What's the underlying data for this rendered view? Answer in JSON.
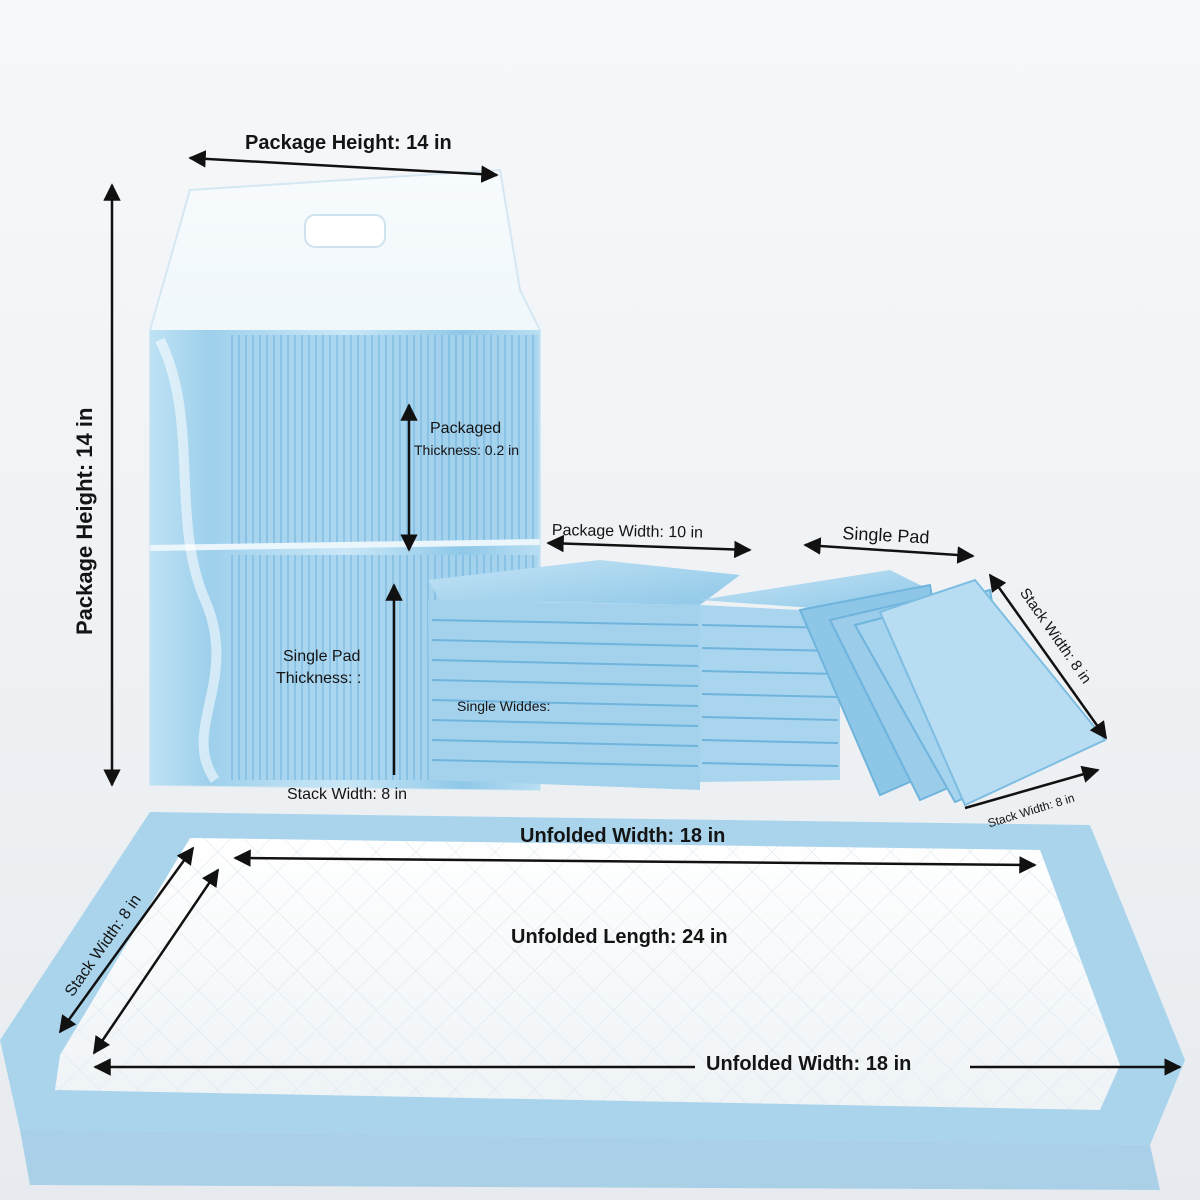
{
  "labels": {
    "package_height_top": "Package Height: 14 in",
    "package_height_side": "Package Height: 14 in",
    "packaged_thickness_line1": "Packaged",
    "packaged_thickness_line2": "Thickness: 0.2 in",
    "package_width": "Package Width: 10 in",
    "single_pad": "Single Pad",
    "stack_width_right": "Stack Width: 8 in",
    "single_pad_thickness_line1": "Single Pad",
    "single_pad_thickness_line2": "Thickness: :",
    "single_widdes": "Single Widdes:",
    "stack_width_bottom": "Stack Width: 8 in",
    "stack_width_small": "Stack Width: 8 in",
    "unfolded_width_top": "Unfolded Width: 18 in",
    "stack_width_left": "Stack Width: 8 in",
    "unfolded_length": "Unfolded Length: 24 in",
    "unfolded_width_bottom": "Unfolded Width: 18 in"
  },
  "colors": {
    "pad_blue": "#a9d4ec",
    "pad_blue_dark": "#6fb4dc",
    "pad_white": "#fbfdff",
    "arrow": "#111111",
    "bag_film": "#e8f4fb"
  }
}
